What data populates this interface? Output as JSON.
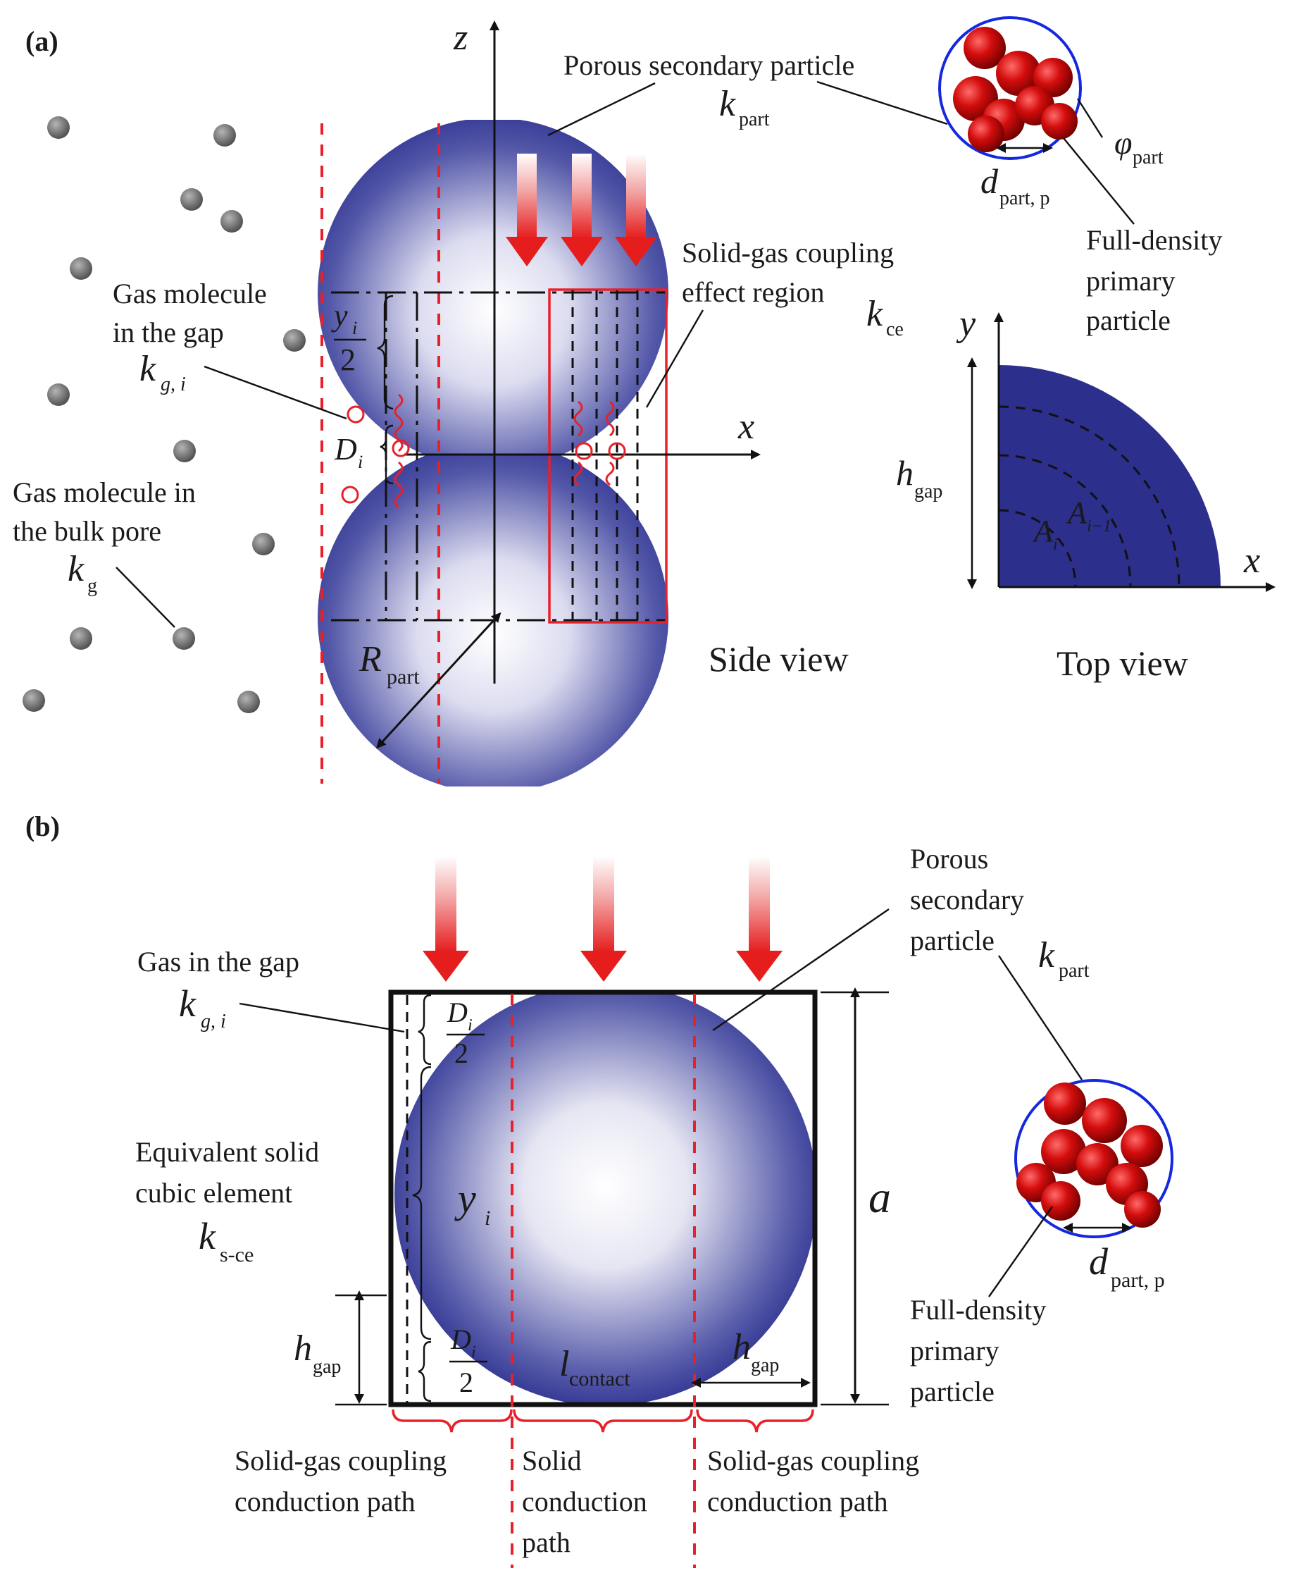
{
  "panel_a": {
    "tag": "(a)",
    "axis_z": "z",
    "axis_x": "x",
    "porous_particle": "Porous secondary particle",
    "k_part_sym": "k",
    "k_part_sub": "part",
    "phi_sym": "φ",
    "phi_sub": "part",
    "d_sym": "d",
    "d_sub": "part, p",
    "full_density_1": "Full-density",
    "full_density_2": "primary",
    "full_density_3": "particle",
    "sg_region_1": "Solid-gas coupling",
    "sg_region_2": "effect region",
    "k_ce_sym": "k",
    "k_ce_sub": "ce",
    "gas_gap_1": "Gas molecule",
    "gas_gap_2": "in the gap",
    "k_gi_sym": "k",
    "k_gi_sub": "g, i",
    "yi_sym": "y",
    "yi_sub": "i",
    "two": "2",
    "Di_sym": "D",
    "Di_sub": "i",
    "gas_bulk_1": "Gas molecule in",
    "gas_bulk_2": "the bulk pore",
    "k_g_sym": "k",
    "k_g_sub": "g",
    "R_sym": "R",
    "R_sub": "part",
    "side_view": "Side view",
    "top_axis_y": "y",
    "top_axis_x": "x",
    "hgap_sym": "h",
    "hgap_sub": "gap",
    "Ai_sym": "A",
    "Ai_sub": "i",
    "Ai1_sym": "A",
    "Ai1_sub": "i−1",
    "top_view": "Top view"
  },
  "panel_b": {
    "tag": "(b)",
    "porous_1": "Porous",
    "porous_2": "secondary",
    "porous_3": "particle",
    "k_part_sym": "k",
    "k_part_sub": "part",
    "gas_gap": "Gas in the gap",
    "k_gi_sym": "k",
    "k_gi_sub": "g, i",
    "Di_sym": "D",
    "Di_sub": "i",
    "two": "2",
    "eq_1": "Equivalent solid",
    "eq_2": "cubic element",
    "k_sce_sym": "k",
    "k_sce_sub": "s-ce",
    "yi_sym": "y",
    "yi_sub": "i",
    "a_sym": "a",
    "hgap_sym": "h",
    "hgap_sub": "gap",
    "l_sym": "l",
    "l_sub": "contact",
    "d_sym": "d",
    "d_sub": "part, p",
    "full_1": "Full-density",
    "full_2": "primary",
    "full_3": "particle",
    "path_left_1": "Solid-gas coupling",
    "path_left_2": "conduction path",
    "path_mid_1": "Solid",
    "path_mid_2": "conduction",
    "path_mid_3": "path",
    "path_right_1": "Solid-gas coupling",
    "path_right_2": "conduction path"
  },
  "colors": {
    "sphere_dark": "#262a8c",
    "sphere_light": "#ffffff",
    "red": "#e8202a",
    "molecule": "#6e6e6e",
    "primary_particle": "#d40d0d"
  }
}
